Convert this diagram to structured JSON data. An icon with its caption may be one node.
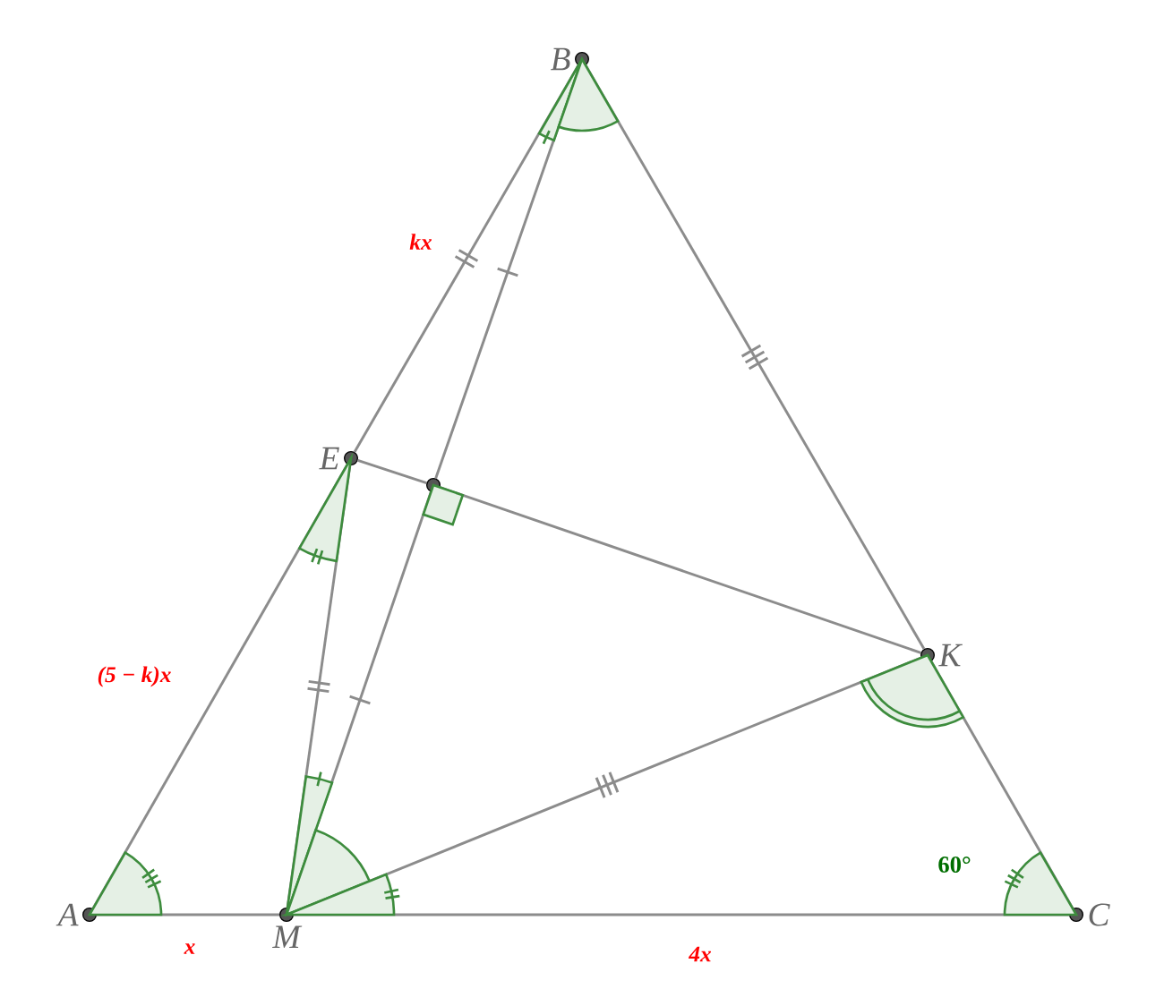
{
  "diagram": {
    "nodes": [
      {
        "text": [
          "B"
        ]
      },
      {
        "text": [
          "E"
        ]
      },
      {
        "text": [],
        "shape": "circle"
      },
      {
        "text": [
          "K"
        ]
      },
      {
        "text": [
          "A"
        ]
      },
      {
        "text": [
          "M"
        ]
      },
      {
        "text": [
          "C"
        ]
      }
    ],
    "edges": [
      {
        "from": 4,
        "to": 1,
        "arrow": "none",
        "label": "(5 − k)x"
      },
      {
        "from": 1,
        "to": 0,
        "arrow": "none",
        "label": "kx"
      },
      {
        "from": 0,
        "to": 3,
        "arrow": "none"
      },
      {
        "from": 3,
        "to": 6,
        "arrow": "none"
      },
      {
        "from": 4,
        "to": 5,
        "arrow": "none",
        "label": "x"
      },
      {
        "from": 5,
        "to": 6,
        "arrow": "none",
        "label": "4x"
      },
      {
        "from": 1,
        "to": 2,
        "arrow": "none"
      },
      {
        "from": 2,
        "to": 3,
        "arrow": "none"
      },
      {
        "from": 5,
        "to": 2,
        "arrow": "none"
      },
      {
        "from": 2,
        "to": 0,
        "arrow": "none"
      },
      {
        "from": 5,
        "to": 1,
        "arrow": "none"
      },
      {
        "from": 5,
        "to": 3,
        "arrow": "none"
      }
    ],
    "labels": [
      "60°"
    ]
  }
}
